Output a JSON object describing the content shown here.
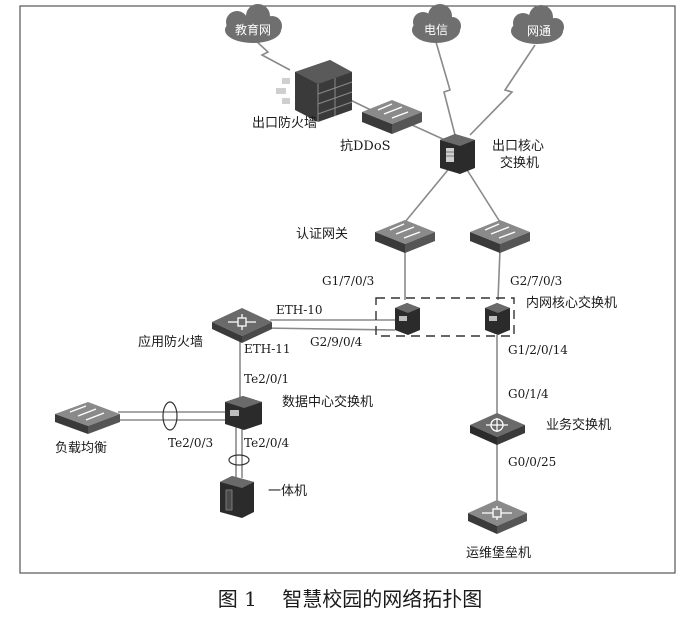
{
  "clouds": {
    "education": "教育网",
    "telecom": "电信",
    "unicom": "网通"
  },
  "devices": {
    "egress_firewall": "出口防火墙",
    "anti_ddos": "抗DDoS",
    "egress_core_line1": "出口核心",
    "egress_core_line2": "交换机",
    "auth_gateway": "认证网关",
    "intranet_core": "内网核心交换机",
    "app_firewall": "应用防火墙",
    "dc_switch": "数据中心交换机",
    "load_balancer": "负载均衡",
    "all_in_one": "一体机",
    "business_switch": "业务交换机",
    "bastion": "运维堡垒机"
  },
  "ports": {
    "g1_7_0_3": "G1/7/0/3",
    "g2_7_0_3": "G2/7/0/3",
    "eth10": "ETH-10",
    "eth11": "ETH-11",
    "g2_9_0_4": "G2/9/0/4",
    "g1_2_0_14": "G1/2/0/14",
    "te2_0_1": "Te2/0/1",
    "g0_1_4": "G0/1/4",
    "te2_0_3": "Te2/0/3",
    "te2_0_4": "Te2/0/4",
    "g0_0_25": "G0/0/25"
  },
  "caption": "图 1    智慧校园的网络拓扑图",
  "colors": {
    "device_dark": "#2b2b2b",
    "device_gray": "#6a6a6a",
    "cloud_fill": "#6f6f6f",
    "line": "#8a8a8a"
  }
}
